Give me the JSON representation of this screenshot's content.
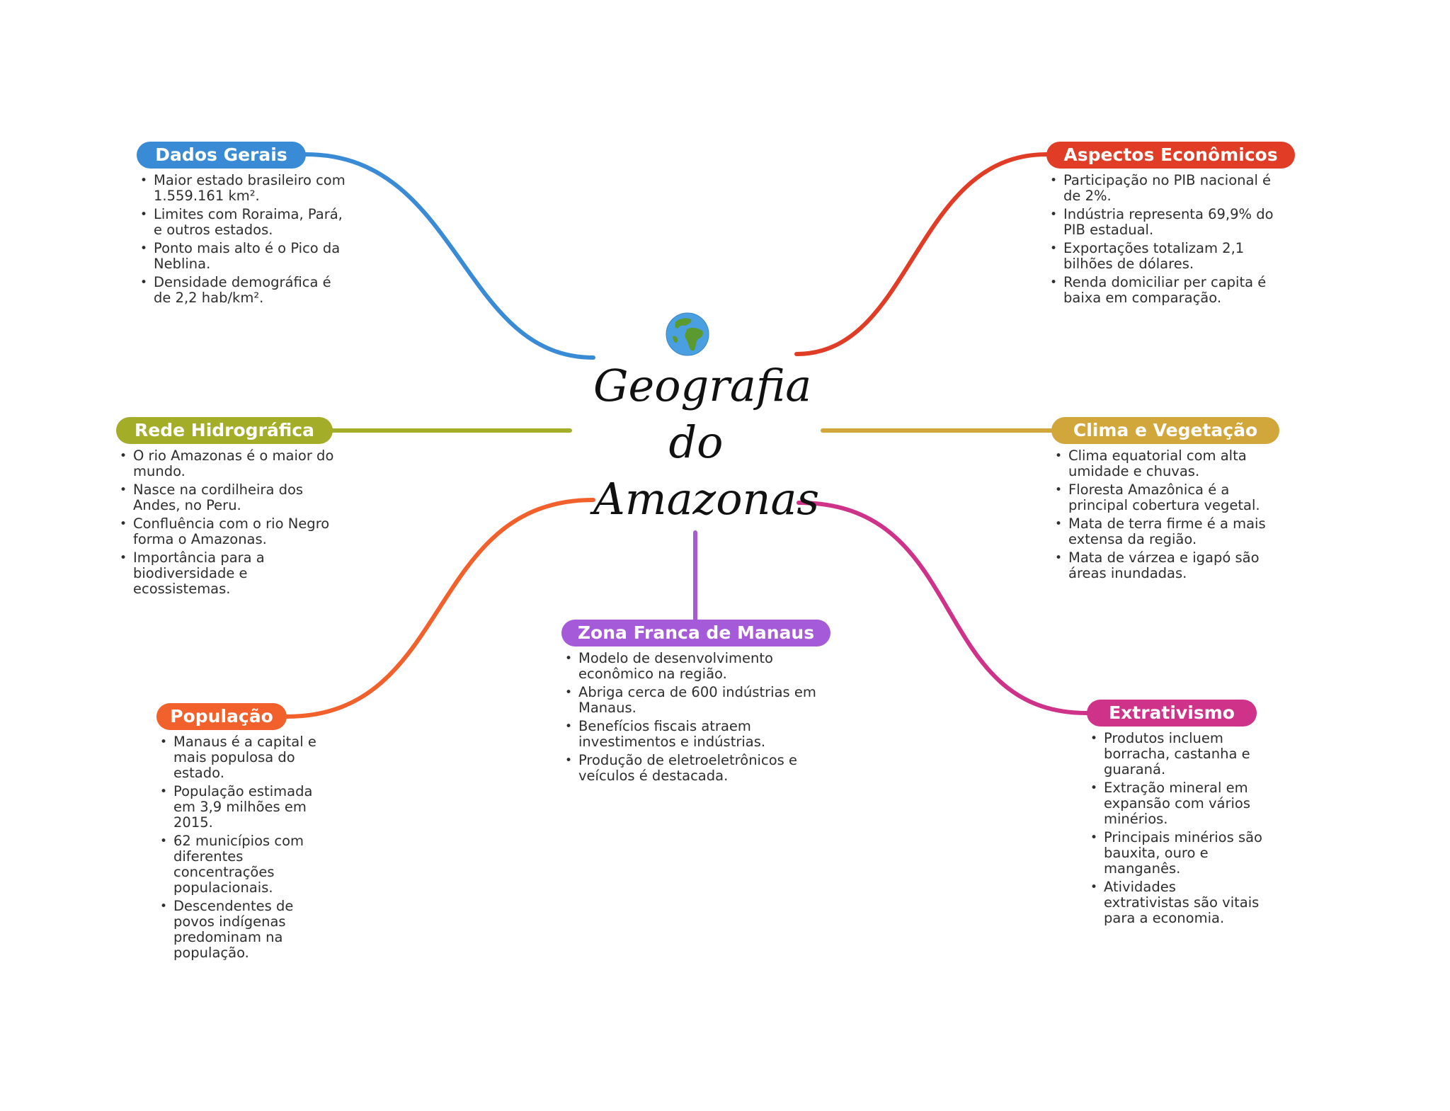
{
  "center": {
    "title_lines": [
      "Geografia",
      "do",
      "Amazonas"
    ],
    "icon": "globe-icon"
  },
  "colors": {
    "dados_gerais": "#3a8bd6",
    "rede_hidrografica": "#a3ad27",
    "populacao": "#f2602b",
    "zona_franca": "#a55bd9",
    "aspectos_economicos": "#e03c26",
    "clima_vegetacao": "#d1a63a",
    "extrativismo": "#cf3289"
  },
  "topics": {
    "dados_gerais": {
      "label": "Dados Gerais",
      "items": [
        "Maior estado brasileiro com 1.559.161 km².",
        "Limites com Roraima, Pará, e outros estados.",
        "Ponto mais alto é o Pico da Neblina.",
        "Densidade demográfica é de 2,2 hab/km²."
      ]
    },
    "rede_hidrografica": {
      "label": "Rede Hidrográfica",
      "items": [
        "O rio Amazonas é o maior do mundo.",
        "Nasce na cordilheira dos Andes, no Peru.",
        "Confluência com o rio Negro forma o Amazonas.",
        "Importância para a biodiversidade e ecossistemas."
      ]
    },
    "populacao": {
      "label": "População",
      "items": [
        "Manaus é a capital e mais populosa do estado.",
        "População estimada em 3,9 milhões em 2015.",
        "62 municípios com diferentes concentrações populacionais.",
        "Descendentes de povos indígenas predominam na população."
      ]
    },
    "zona_franca": {
      "label": "Zona Franca de Manaus",
      "items": [
        "Modelo de desenvolvimento econômico na região.",
        "Abriga cerca de 600 indústrias em Manaus.",
        "Benefícios fiscais atraem investimentos e indústrias.",
        "Produção de eletroeletrônicos e veículos é destacada."
      ]
    },
    "aspectos_economicos": {
      "label": "Aspectos Econômicos",
      "items": [
        "Participação no PIB nacional é de 2%.",
        "Indústria representa 69,9% do PIB estadual.",
        "Exportações totalizam 2,1 bilhões de dólares.",
        "Renda domiciliar per capita é baixa em comparação."
      ]
    },
    "clima_vegetacao": {
      "label": "Clima e Vegetação",
      "items": [
        "Clima equatorial com alta umidade e chuvas.",
        "Floresta Amazônica é a principal cobertura vegetal.",
        "Mata de terra firme é a mais extensa da região.",
        "Mata de várzea e igapó são áreas inundadas."
      ]
    },
    "extrativismo": {
      "label": "Extrativismo",
      "items": [
        "Produtos incluem borracha, castanha e guaraná.",
        "Extração mineral em expansão com vários minérios.",
        "Principais minérios são bauxita, ouro e manganês.",
        "Atividades extrativistas são vitais para a economia."
      ]
    }
  }
}
